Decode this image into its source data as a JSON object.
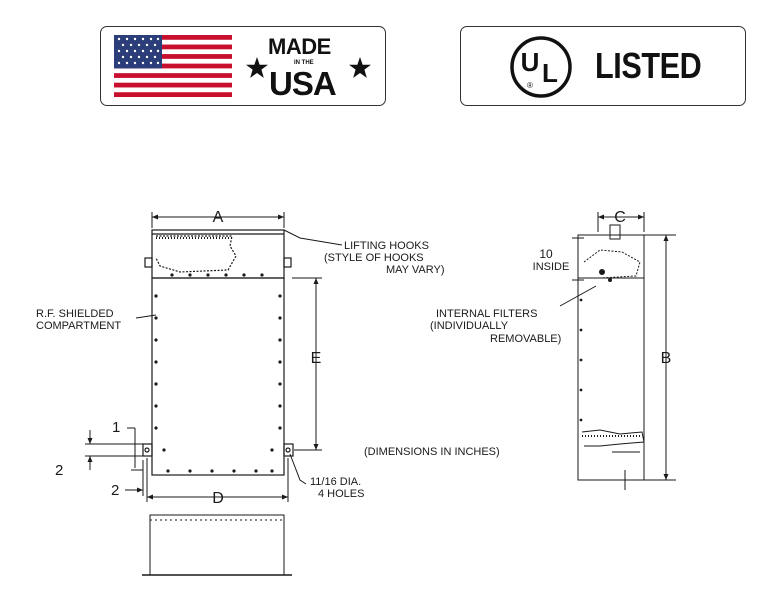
{
  "badges": {
    "made": {
      "word1": "MADE",
      "small": "IN THE",
      "word2": "USA",
      "flag_icon": "us-flag-icon",
      "star_icon": "star-icon"
    },
    "ul": {
      "letters_u": "U",
      "letters_l": "L",
      "registered": "®",
      "label": "LISTED",
      "icon": "ul-mark-icon"
    }
  },
  "drawing": {
    "dim_a": "A",
    "dim_b": "B",
    "dim_c": "C",
    "dim_d": "D",
    "dim_e": "E",
    "dim_1": "1",
    "dim_2a": "2",
    "dim_2b": "2",
    "dim_10": "10",
    "inside": "INSIDE",
    "lifting_hooks": [
      "LIFTING HOOKS",
      "(STYLE OF HOOKS",
      "MAY VARY)"
    ],
    "rf_shielded": [
      "R.F. SHIELDED",
      "COMPARTMENT"
    ],
    "internal_filters": [
      "INTERNAL FILTERS",
      "(INDIVIDUALLY",
      "REMOVABLE)"
    ],
    "dimensions_note": "(DIMENSIONS IN INCHES)",
    "holes_note": [
      "11/16 DIA.",
      "4 HOLES"
    ]
  },
  "colors": {
    "line": "#1a1a1a",
    "flag_red": "#c8102e",
    "flag_blue": "#2c3e7a"
  }
}
